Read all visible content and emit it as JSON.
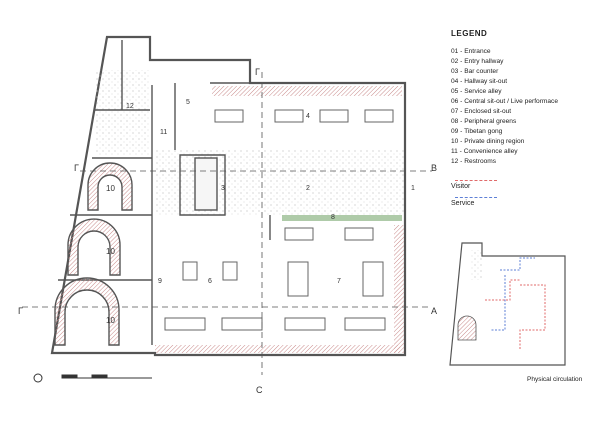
{
  "legend": {
    "title": "LEGEND",
    "items": [
      "01 - Entrance",
      "02 - Entry hallway",
      "03 - Bar counter",
      "04 - Hallway sit-out",
      "05 - Service alley",
      "06 - Central sit-out / Live performace",
      "07 - Enclosed sit-out",
      "08 - Peripheral greens",
      "09 - Tibetan gong",
      "10 - Private dining region",
      "11 - Convenience alley",
      "12 - Restrooms"
    ]
  },
  "circulation_key": {
    "visitor_label": "Visitor",
    "visitor_color": "#e06a6a",
    "service_label": "Service",
    "service_color": "#5d7fd6"
  },
  "caption": "Physical circulation",
  "plan_labels": {
    "r1": "1",
    "r2": "2",
    "r3": "3",
    "r4": "4",
    "r5": "5",
    "r6": "6",
    "r7": "7",
    "r8": "8",
    "r9": "9",
    "r10a": "10",
    "r10b": "10",
    "r10c": "10",
    "r11": "11",
    "r12": "12"
  },
  "section_marks": {
    "a_right": "A",
    "a_left": "Γ",
    "b_right": "B",
    "b_left": "Γ",
    "c_top": "Γ",
    "c_bottom": "C"
  },
  "colors": {
    "wall": "#555555",
    "hatch": "#c98b8b",
    "greens": "#7aa870",
    "speckle": "#dcdcdc"
  }
}
